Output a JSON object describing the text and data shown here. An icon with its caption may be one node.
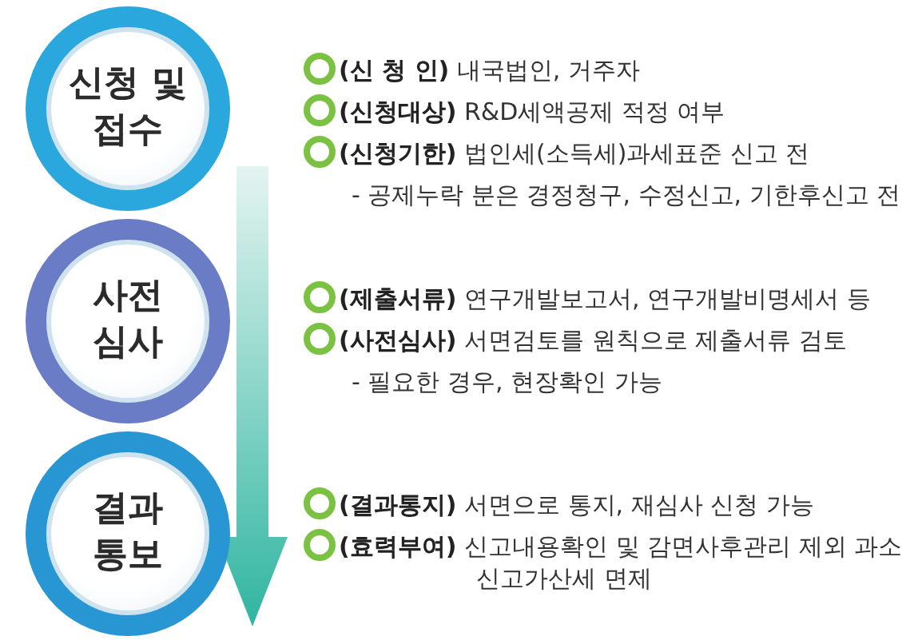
{
  "diagram": {
    "nodes": [
      {
        "text": [
          "신청 및 접수"
        ],
        "beside": [
          "**(신 청 인)** 내국법인, 거주자",
          "**(신청대상)** R&D세액공제 적정 여부",
          "**(신청기한)** 법인세(소득세)과세표준 신고 전",
          "- 공제누락 분은 경정청구, 수정신고, 기한후신고 전"
        ]
      },
      {
        "text": [
          "사전 심사"
        ],
        "beside": [
          "**(제출서류)** 연구개발보고서, 연구개발비명세서 등",
          "**(사전심사)** 서면검토를 원칙으로 제출서류 검토",
          "- 필요한 경우, 현장확인 가능"
        ]
      },
      {
        "text": [
          "결과 통보"
        ],
        "beside": [
          "**(결과통지)** 서면으로 통지, 재심사 신청 가능",
          "**(효력부여)** 신고내용확인 및 감면사후관리 제외 과소신고가산세 면제"
        ]
      }
    ],
    "edges": [
      {
        "from": 0,
        "to": 2,
        "arrow": "to"
      }
    ]
  }
}
